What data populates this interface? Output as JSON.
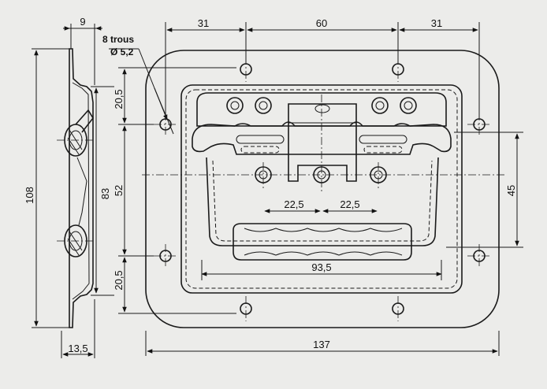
{
  "drawing": {
    "note_line1": "8 trous",
    "note_line2": "Ø 5,2",
    "dims": {
      "side_flange": "9",
      "side_depth": "13,5",
      "height_total": "108",
      "height_inner": "83",
      "hole_spacing_v": "52",
      "offset_top": "20,5",
      "offset_bottom": "20,5",
      "top_left": "31",
      "top_mid": "60",
      "top_right": "31",
      "inner_left": "22,5",
      "inner_right": "22,5",
      "handle_width": "93,5",
      "width_total": "137",
      "handle_reach": "45"
    }
  }
}
